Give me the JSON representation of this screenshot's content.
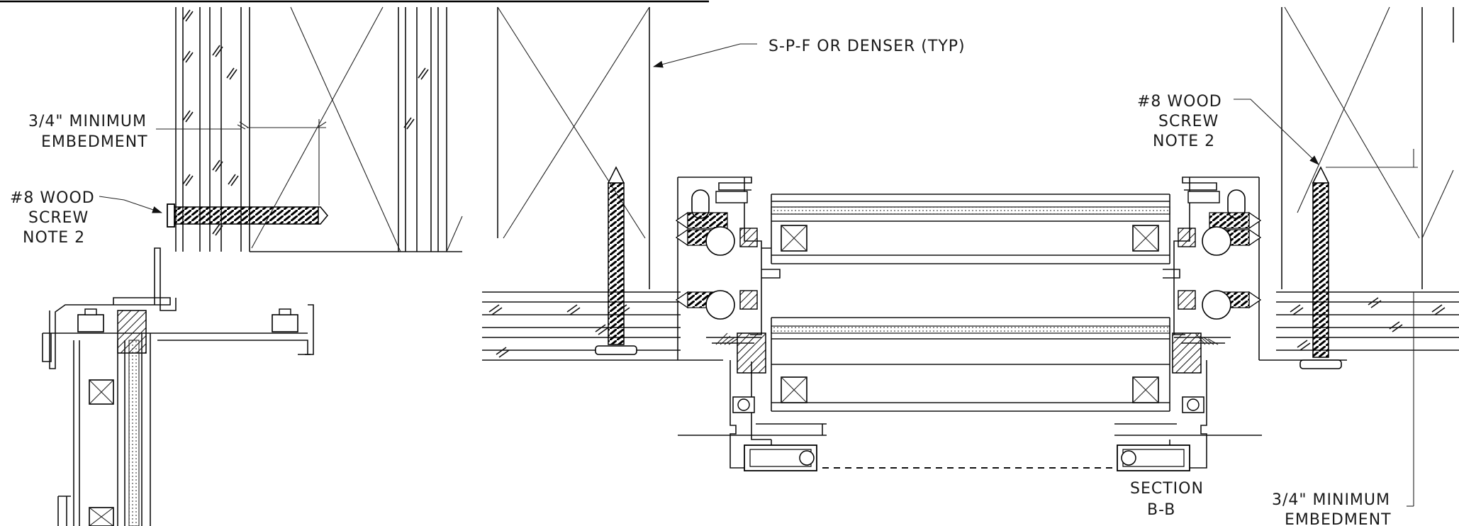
{
  "labels": {
    "spf": "S-P-F OR DENSER (TYP)",
    "min_embed_left_1": "3/4\" MINIMUM",
    "min_embed_left_2": "EMBEDMENT",
    "screw_left_1": "#8 WOOD",
    "screw_left_2": "SCREW",
    "screw_left_3": "NOTE 2",
    "screw_right_1": "#8 WOOD",
    "screw_right_2": "SCREW",
    "screw_right_3": "NOTE 2",
    "section_1": "SECTION",
    "section_2": "B-B",
    "min_embed_right_1": "3/4\" MINIMUM",
    "min_embed_right_2": "EMBEDMENT"
  }
}
